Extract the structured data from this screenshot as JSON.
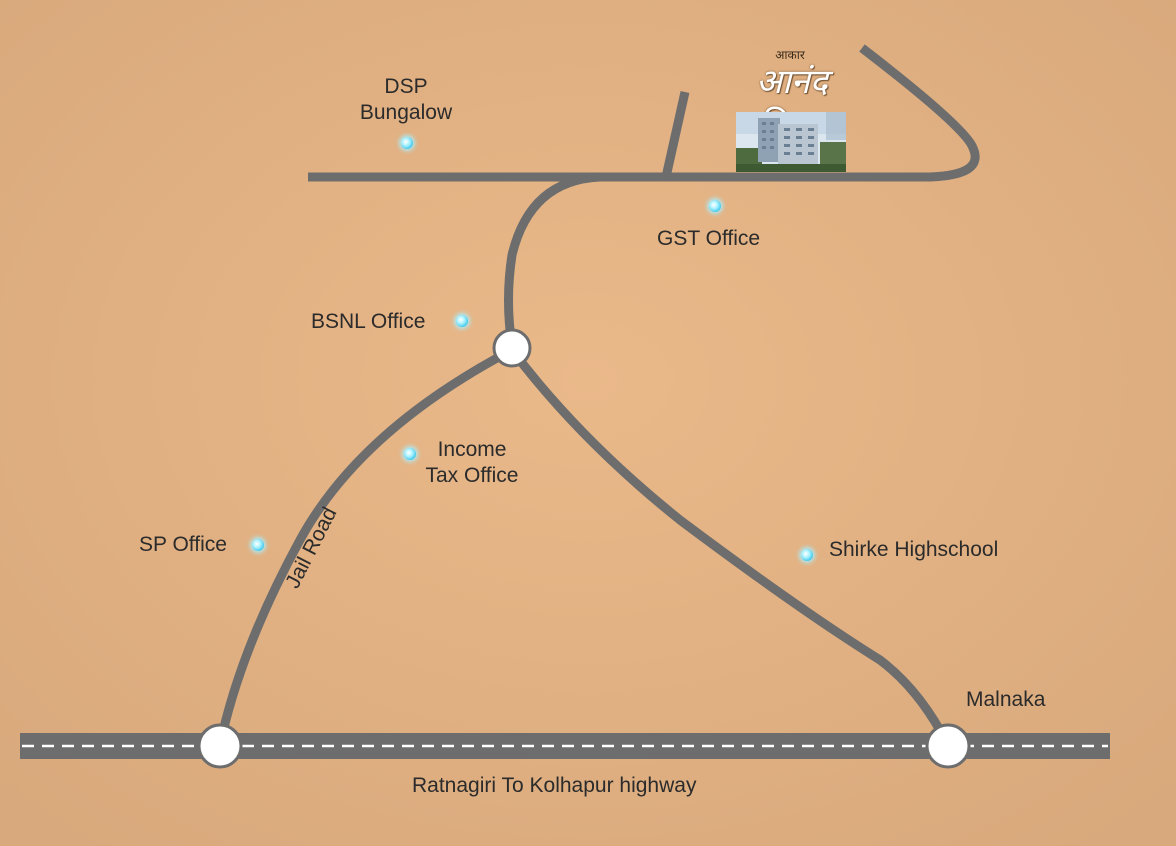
{
  "map": {
    "background": "#e3b486",
    "road_color": "#6d6d6d",
    "pin_color": "#7fe4fb",
    "highway_label": "Ratnagiri To Kolhapur highway",
    "road_label": "Jail Road",
    "brand": {
      "prefix": "आकार",
      "name": "आनंद विहार"
    },
    "landmarks": {
      "dsp": "DSP\nBungalow",
      "gst": "GST Office",
      "bsnl": "BSNL Office",
      "income_tax": "Income\nTax Office",
      "sp": "SP Office",
      "shirke": "Shirke Highschool",
      "malnaka": "Malnaka"
    }
  }
}
